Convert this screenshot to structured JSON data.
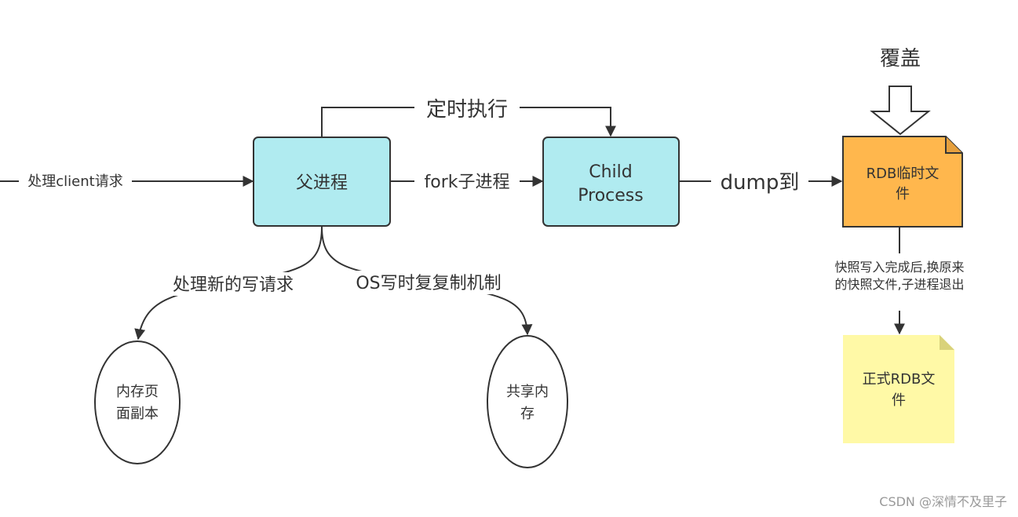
{
  "nodes": {
    "parent_process": "父进程",
    "child_process_line1": "Child",
    "child_process_line2": "Process",
    "rdb_temp_line1": "RDB临时文",
    "rdb_temp_line2": "件",
    "formal_rdb_line1": "正式RDB文",
    "formal_rdb_line2": "件",
    "memory_copy_line1": "内存页",
    "memory_copy_line2": "面副本",
    "shared_memory_line1": "共享内",
    "shared_memory_line2": "存"
  },
  "edges": {
    "handle_client": "处理client请求",
    "scheduled": "定时执行",
    "fork": "fork子进程",
    "dump_to": "dump到",
    "overwrite": "覆盖",
    "handle_write": "处理新的写请求",
    "cow": "OS写时复复制机制",
    "replace_line1": "快照写入完成后,换原来",
    "replace_line2": "的快照文件,子进程退出"
  },
  "colors": {
    "process_fill": "#b0ebf0",
    "rdb_temp_fill": "#ffb74d",
    "formal_rdb_fill": "#fff9a6"
  },
  "watermark": "CSDN @深情不及里子"
}
